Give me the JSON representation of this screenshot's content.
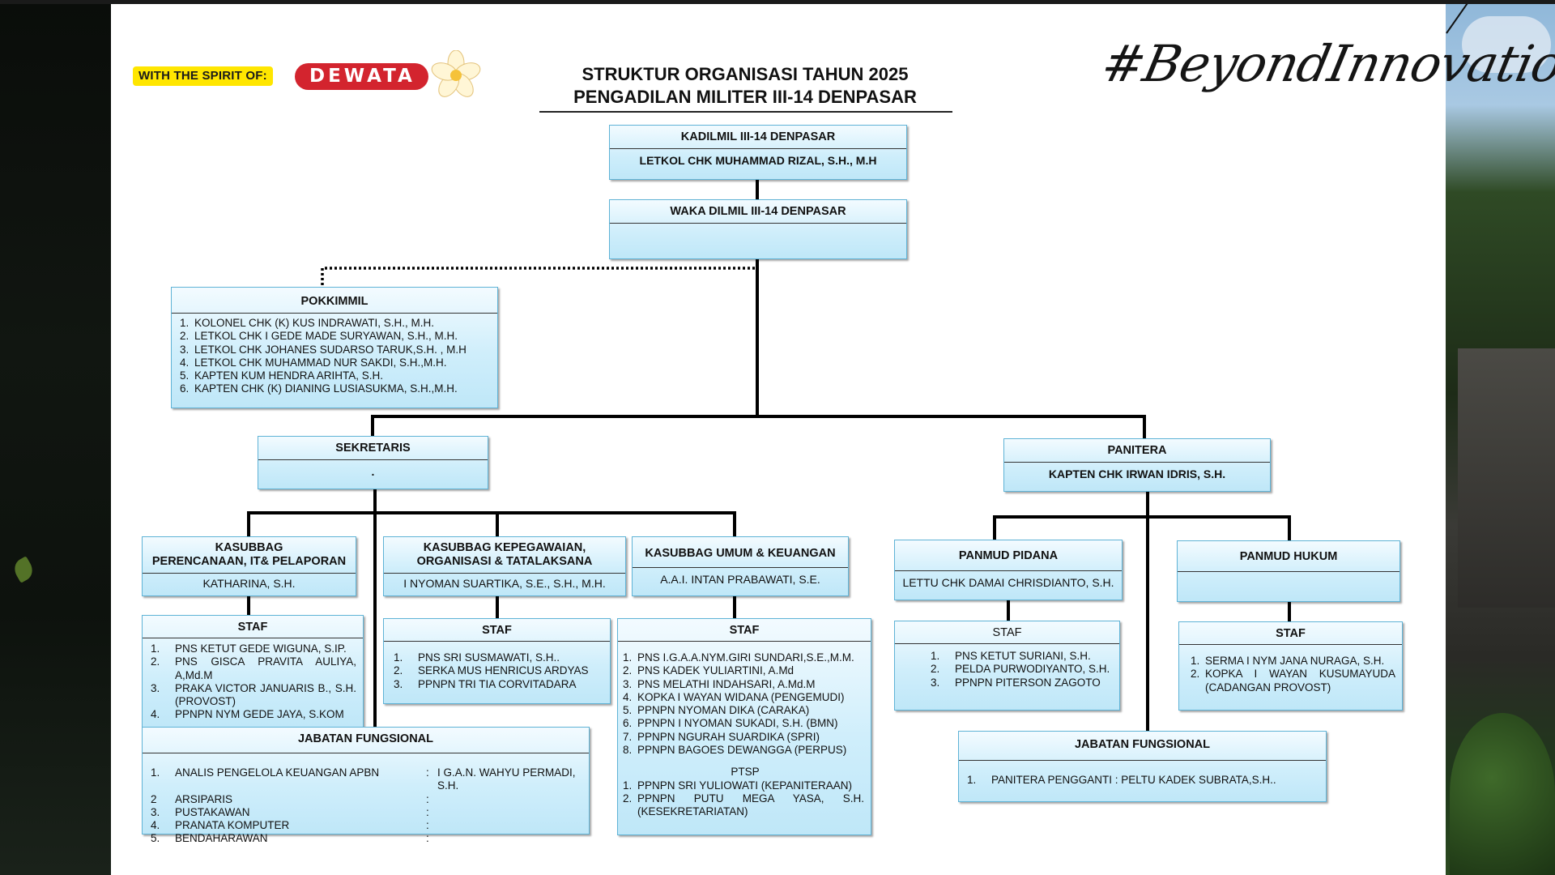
{
  "header": {
    "spirit_label": "WITH THE SPIRIT OF:",
    "dewata_label": "DEWATA",
    "title_line1": "STRUKTUR ORGANISASI TAHUN 2025",
    "title_line2": "PENGADILAN MILITER III-14 DENPASAR",
    "hashtag": "#BeyondInnovation"
  },
  "kadilmil": {
    "title": "KADILMIL III-14 DENPASAR",
    "name": "LETKOL CHK MUHAMMAD RIZAL, S.H., M.H"
  },
  "waka": {
    "title": "WAKA DILMIL III-14 DENPASAR",
    "name": ""
  },
  "pokkimmil": {
    "title": "POKKIMMIL",
    "members": [
      {
        "n": "1.",
        "t": "KOLONEL CHK (K) KUS INDRAWATI, S.H., M.H."
      },
      {
        "n": "2.",
        "t": "LETKOL CHK I GEDE MADE SURYAWAN, S.H., M.H."
      },
      {
        "n": "3.",
        "t": "LETKOL CHK JOHANES SUDARSO TARUK,S.H. , M.H"
      },
      {
        "n": "4.",
        "t": "LETKOL CHK MUHAMMAD NUR SAKDI, S.H.,M.H."
      },
      {
        "n": "5.",
        "t": "KAPTEN KUM HENDRA ARIHTA, S.H."
      },
      {
        "n": "6.",
        "t": "KAPTEN CHK (K) DIANING LUSIASUKMA, S.H.,M.H."
      }
    ]
  },
  "sekretaris": {
    "title": "SEKRETARIS",
    "name": "."
  },
  "panitera": {
    "title": "PANITERA",
    "name": "KAPTEN CHK IRWAN IDRIS, S.H."
  },
  "kasubbag_ptip": {
    "title1": "KASUBBAG",
    "title2": "PERENCANAAN, IT& PELAPORAN",
    "name": "KATHARINA, S.H."
  },
  "kasubbag_kepeg": {
    "title1": "KASUBBAG KEPEGAWAIAN,",
    "title2": "ORGANISASI & TATALAKSANA",
    "name": "I NYOMAN SUARTIKA, S.E., S.H., M.H."
  },
  "kasubbag_umum": {
    "title": "KASUBBAG UMUM & KEUANGAN",
    "name": "A.A.I. INTAN PRABAWATI, S.E."
  },
  "panmud_pidana": {
    "title": "PANMUD PIDANA",
    "name": "LETTU CHK DAMAI CHRISDIANTO, S.H."
  },
  "panmud_hukum": {
    "title": "PANMUD HUKUM",
    "name": ""
  },
  "staf_ptip": {
    "title": "STAF",
    "members": [
      {
        "n": "1.",
        "t": "PNS KETUT GEDE WIGUNA, S.IP."
      },
      {
        "n": "2.",
        "t": "PNS GISCA PRAVITA AULIYA, A,Md.M"
      },
      {
        "n": "3.",
        "t": "PRAKA VICTOR JANUARIS B., S.H. (PROVOST)"
      },
      {
        "n": "4.",
        "t": "PPNPN NYM GEDE JAYA, S.KOM"
      }
    ]
  },
  "staf_kepeg": {
    "title": "STAF",
    "members": [
      {
        "n": "1.",
        "t": "PNS SRI SUSMAWATI, S.H.."
      },
      {
        "n": "2.",
        "t": "SERKA MUS HENRICUS ARDYAS"
      },
      {
        "n": "3.",
        "t": "PPNPN TRI TIA CORVITADARA"
      }
    ]
  },
  "staf_umum": {
    "title": "STAF",
    "members": [
      {
        "n": "1.",
        "t": "PNS I.G.A.A.NYM.GIRI SUNDARI,S.E.,M.M."
      },
      {
        "n": "2.",
        "t": "PNS KADEK YULIARTINI, A.Md"
      },
      {
        "n": "3.",
        "t": "PNS MELATHI INDAHSARI, A.Md.M"
      },
      {
        "n": "4.",
        "t": "KOPKA I WAYAN WIDANA (PENGEMUDI)"
      },
      {
        "n": "5.",
        "t": "PPNPN NYOMAN DIKA (CARAKA)"
      },
      {
        "n": "6.",
        "t": "PPNPN I NYOMAN SUKADI, S.H. (BMN)"
      },
      {
        "n": "7.",
        "t": "PPNPN NGURAH SUARDIKA (SPRI)"
      },
      {
        "n": "8.",
        "t": "PPNPN BAGOES DEWANGGA (PERPUS)"
      }
    ],
    "ptsp_title": "PTSP",
    "ptsp_members": [
      {
        "n": "1.",
        "t": "PPNPN SRI YULIOWATI (KEPANITERAAN)"
      },
      {
        "n": "2.",
        "t": "PPNPN PUTU MEGA YASA, S.H. (KESEKRETARIATAN)"
      }
    ]
  },
  "staf_pidana": {
    "title": "STAF",
    "members": [
      {
        "n": "1.",
        "t": "PNS KETUT SURIANI, S.H."
      },
      {
        "n": "2.",
        "t": "PELDA PURWODIYANTO, S.H."
      },
      {
        "n": "3.",
        "t": "PPNPN PITERSON ZAGOTO"
      }
    ]
  },
  "staf_hukum": {
    "title": "STAF",
    "members": [
      {
        "n": "1.",
        "t": "SERMA I NYM JANA NURAGA, S.H."
      },
      {
        "n": "2.",
        "t": "KOPKA I WAYAN KUSUMAYUDA (CADANGAN PROVOST)"
      }
    ]
  },
  "jf_sekretaris": {
    "title": "JABATAN FUNGSIONAL",
    "members": [
      {
        "n": "1.",
        "a": "ANALIS PENGELOLA KEUANGAN APBN",
        "c": ":",
        "v": "I G.A.N. WAHYU PERMADI, S.H."
      },
      {
        "n": "2",
        "a": "ARSIPARIS",
        "c": ":",
        "v": ""
      },
      {
        "n": "3.",
        "a": "PUSTAKAWAN",
        "c": ":",
        "v": ""
      },
      {
        "n": "4.",
        "a": "PRANATA KOMPUTER",
        "c": ":",
        "v": ""
      },
      {
        "n": "5.",
        "a": "BENDAHARAWAN",
        "c": ":",
        "v": ""
      }
    ]
  },
  "jf_panitera": {
    "title": "JABATAN FUNGSIONAL",
    "members": [
      {
        "n": "1.",
        "t": "PANITERA  PENGGANTI  : PELTU KADEK SUBRATA,S.H.."
      }
    ]
  }
}
